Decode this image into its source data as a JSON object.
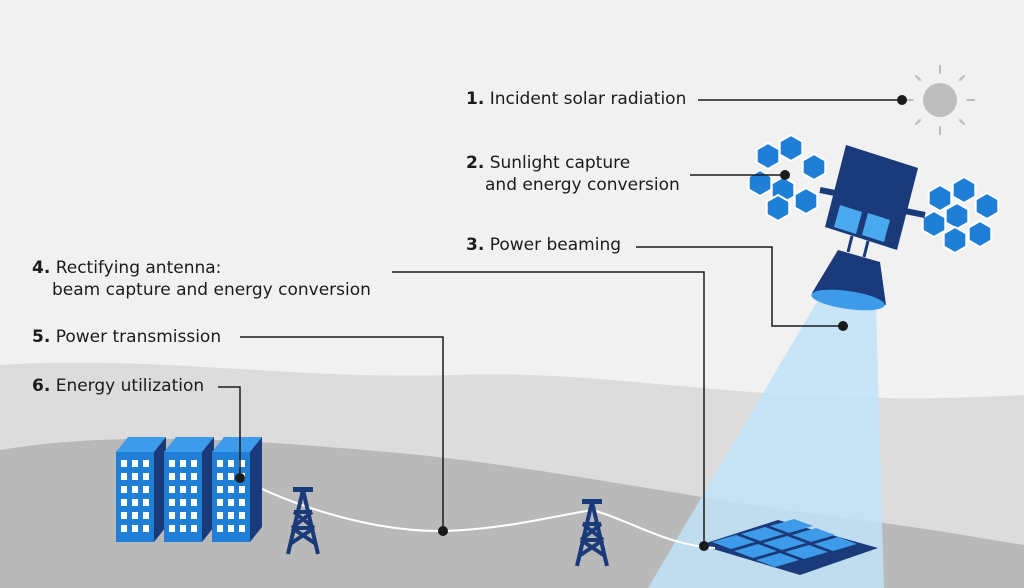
{
  "labels": {
    "step1": {
      "num": "1.",
      "text": "Incident solar radiation"
    },
    "step2": {
      "num": "2.",
      "line1": "Sunlight capture",
      "line2": "and energy conversion"
    },
    "step3": {
      "num": "3.",
      "text": "Power beaming"
    },
    "step4": {
      "num": "4.",
      "line1": "Rectifying antenna:",
      "line2": "beam capture and energy conversion"
    },
    "step5": {
      "num": "5.",
      "text": "Power transmission"
    },
    "step6": {
      "num": "6.",
      "text": "Energy utilization"
    }
  },
  "colors": {
    "navy": "#1a3a7a",
    "blue": "#1f7fd6",
    "light_blue": "#3d9be9",
    "beam": "#bfe3f8",
    "sun": "#bdbdbd",
    "ground_light": "#dcdcdc",
    "ground_dark": "#b9b9b9",
    "leader": "#1b1b1b"
  },
  "icons": [
    "sun-icon",
    "satellite-icon",
    "solar-array-icon",
    "rectenna-icon",
    "pylon-icon",
    "building-icon"
  ]
}
